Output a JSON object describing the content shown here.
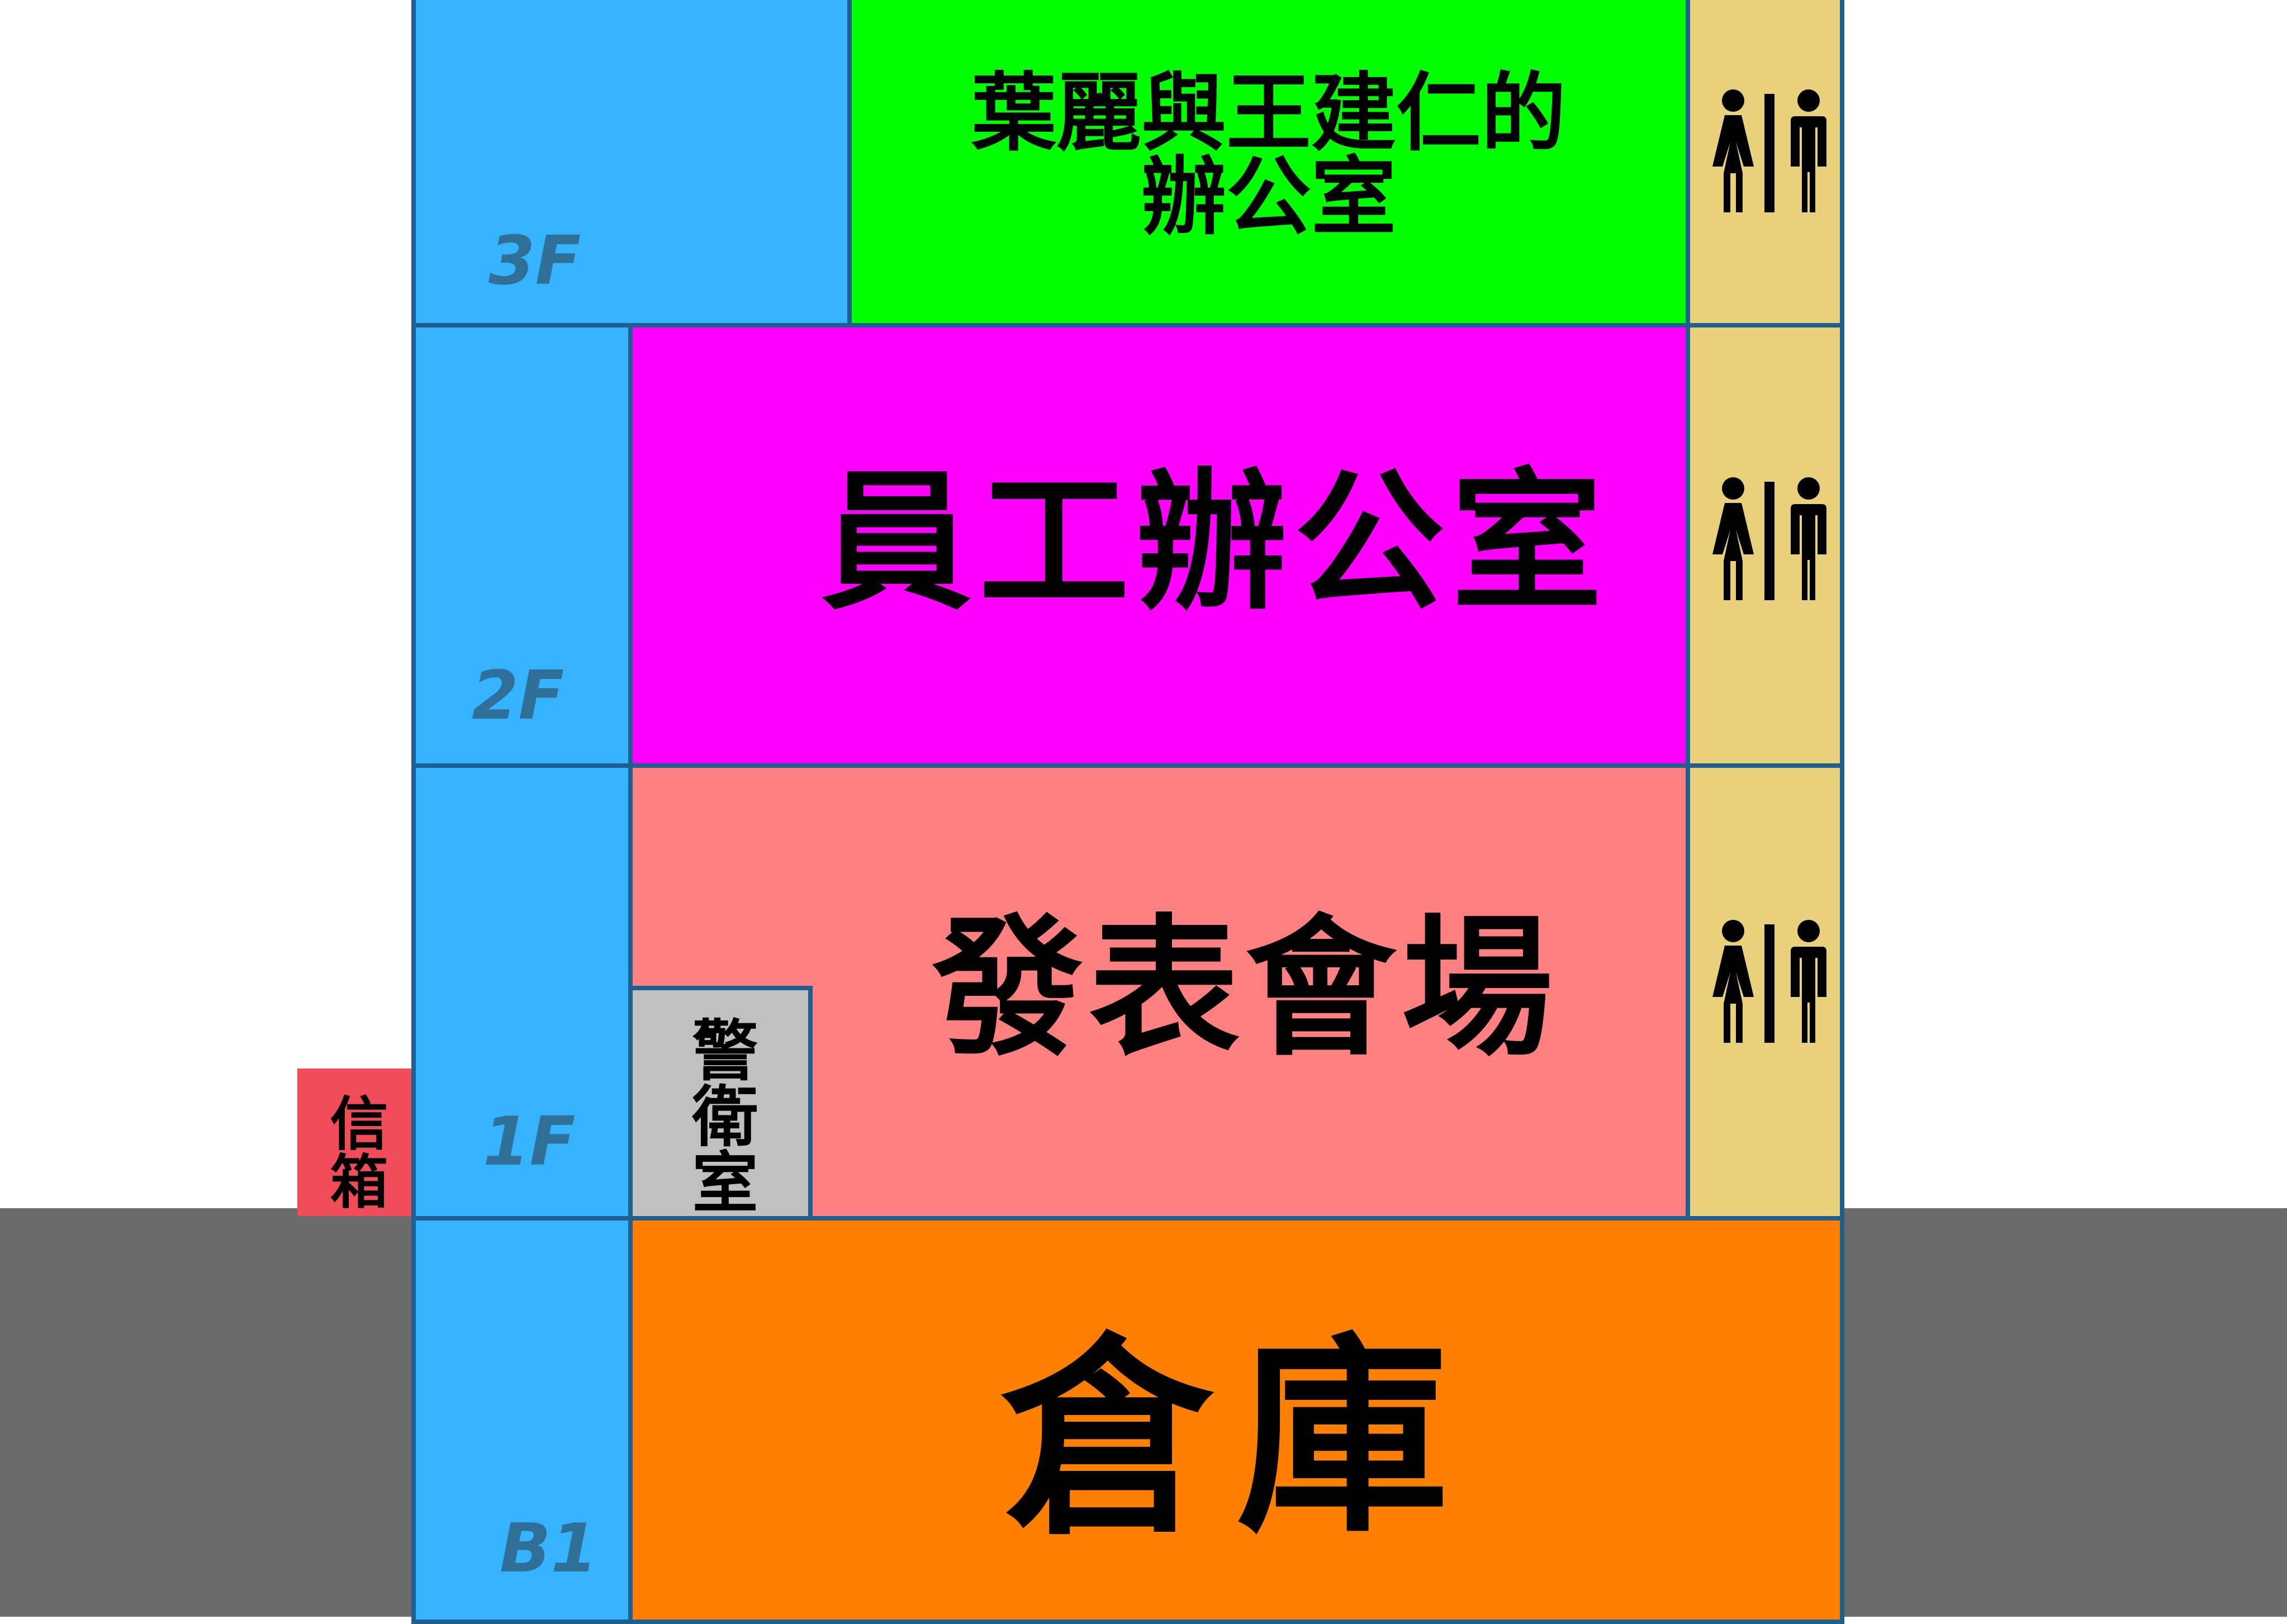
{
  "floors": {
    "f3": {
      "label": "3F",
      "room": "葉麗與王建仁的\n辦公室"
    },
    "f2": {
      "label": "2F",
      "room": "員工辦公室"
    },
    "f1": {
      "label": "1F",
      "room": "發表會場",
      "guard_room": "警衛室"
    },
    "b1": {
      "label": "B1",
      "room": "倉庫"
    }
  },
  "mailbox": "信箱",
  "icons": {
    "restroom": "restroom-icon"
  },
  "colors": {
    "stairs": "#36b3ff",
    "office_3f": "#00ff00",
    "office_2f": "#ff00ff",
    "venue_1f": "#ff8080",
    "guard_room": "#c0c0c0",
    "warehouse": "#ff8000",
    "restroom": "#e9d07b",
    "mailbox": "#f24b5a",
    "ground": "#6b6b6b",
    "border": "#1f5f8f"
  }
}
